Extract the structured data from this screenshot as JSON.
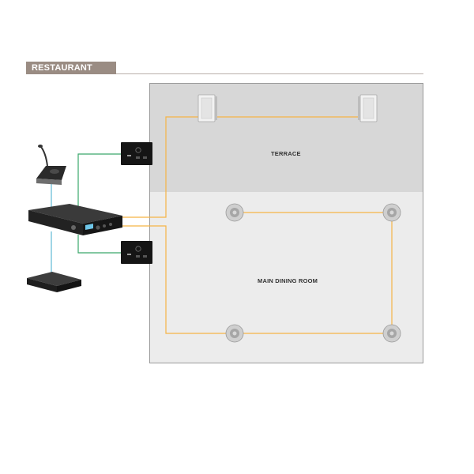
{
  "header": {
    "title": "RESTAURANT"
  },
  "zones": {
    "terrace": {
      "label": "TERRACE"
    },
    "main_dining": {
      "label": "MAIN DINING ROOM"
    }
  },
  "devices": {
    "microphone": {
      "icon": "paging-microphone-icon"
    },
    "amplifier": {
      "icon": "mixer-amplifier-icon"
    },
    "source": {
      "icon": "audio-source-player-icon"
    },
    "wall_panel_terrace": {
      "icon": "wall-control-panel-icon"
    },
    "wall_panel_dining": {
      "icon": "wall-control-panel-icon"
    },
    "terrace_speakers": {
      "icon": "wall-speaker-icon",
      "count": 2
    },
    "ceiling_speakers": {
      "icon": "ceiling-speaker-icon",
      "count": 4
    }
  },
  "colors": {
    "header_bg": "#9a8c83",
    "speaker_cable": "#f5b445",
    "control_cable": "#3aa86b",
    "audio_link": "#5fb9d6",
    "terrace_bg": "#d7d7d7",
    "dining_bg": "#ececec"
  }
}
